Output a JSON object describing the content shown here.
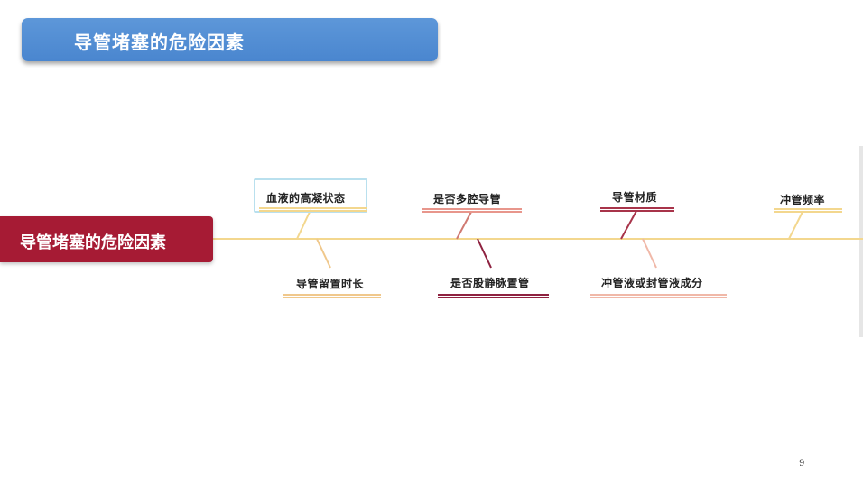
{
  "slide": {
    "title": "导管堵塞的危险因素",
    "page_number": "9"
  },
  "diagram": {
    "head": "导管堵塞的危险因素",
    "causes_top": [
      {
        "label": "血液的高凝状态"
      },
      {
        "label": "是否多腔导管"
      },
      {
        "label": "导管材质"
      },
      {
        "label": "冲管频率"
      }
    ],
    "causes_bottom": [
      {
        "label": "导管留置时长"
      },
      {
        "label": "是否股静脉置管"
      },
      {
        "label": "冲管液或封管液成分"
      }
    ],
    "colors": {
      "title_bar": "#4a86cf",
      "head_box": "#a61b34",
      "spine": "#f3d78e"
    }
  }
}
